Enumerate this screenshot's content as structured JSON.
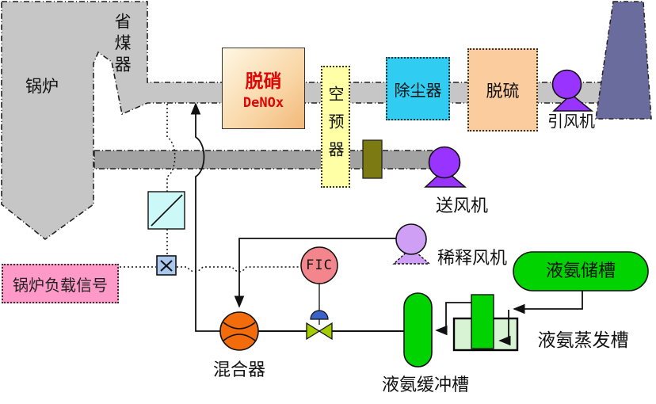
{
  "palette": {
    "duct_gray": "#C6C6C6",
    "air_duct_gray": "#A2A2A2",
    "chimney_blue": "#6A6C9E",
    "equipment_green": "#00D300",
    "evaporator_pale_green": "#D8F2D4",
    "fan_purple": "#9933FF",
    "dilution_fan_purple": "#CF9EF5",
    "mixer_orange": "#F26C0C",
    "controller_pink": "#F2868C",
    "valve_green": "#A2CE00",
    "actuator_blue": "#3A62C8",
    "signal_box_pink": "#FF9AC8",
    "multiplier_box_blue": "#A8C8EE",
    "denox_text_red": "#E00505",
    "preheater_yellow": "#FFFFA6",
    "dust_collector_cyan": "#30CCF2",
    "desulfurization_peach": "#FBCC9D"
  },
  "flue_gas_path": {
    "boiler": {
      "label": "锅炉"
    },
    "economizer": {
      "label": "省煤器"
    },
    "denox": {
      "label_cn": "脱硝",
      "label_en": "DeNOx"
    },
    "air_preheater": {
      "label": "空预器"
    },
    "dust_collector": {
      "label": "除尘器"
    },
    "desulfurization": {
      "label": "脱硫"
    },
    "induced_draft_fan": {
      "label": "引风机"
    }
  },
  "air_system": {
    "forced_draft_fan": {
      "label": "送风机"
    },
    "dilution_fan": {
      "label": "稀释风机"
    }
  },
  "ammonia_system": {
    "storage_tank": {
      "label": "液氨储槽"
    },
    "evaporator": {
      "label": "液氨蒸发槽"
    },
    "buffer_tank": {
      "label": "液氨缓冲槽"
    },
    "mixer": {
      "label": "混合器"
    }
  },
  "control_system": {
    "boiler_load_signal": {
      "label": "锅炉负载信号"
    },
    "flow_controller": {
      "label": "FIC"
    },
    "multiplier_icon": "×"
  }
}
